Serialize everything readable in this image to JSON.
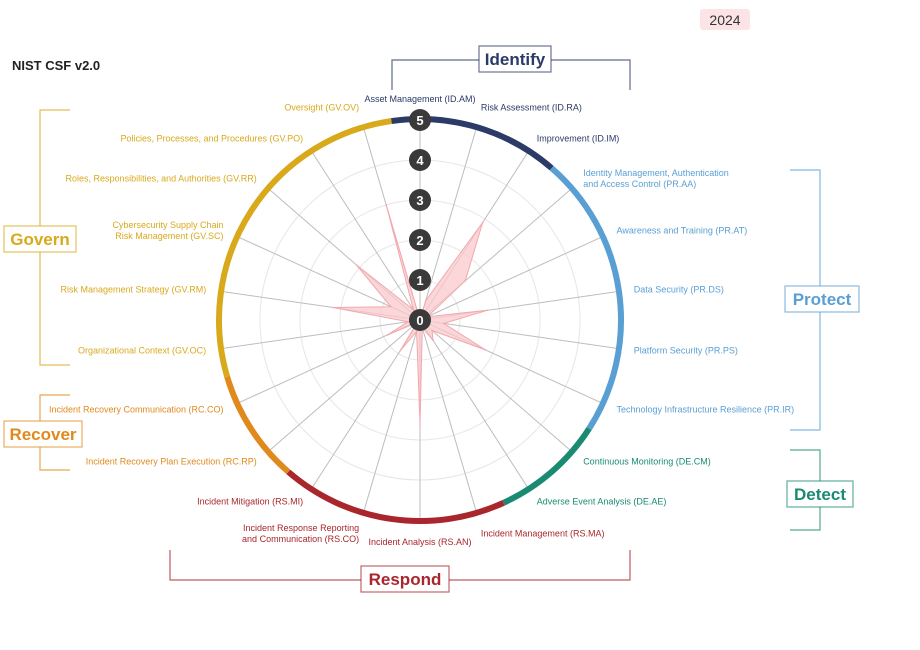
{
  "header": {
    "year": "2024",
    "title": "NIST CSF v2.0"
  },
  "colors": {
    "Identify": "#2b3a67",
    "Protect": "#5a9fd4",
    "Detect": "#1a8a72",
    "Respond": "#a8262c",
    "Recover": "#e08a1e",
    "Govern": "#d9a91c",
    "data_fill": "#f9c9cc",
    "grid": "#bdbdbd"
  },
  "chart_data": {
    "type": "radar",
    "title": "",
    "r_range": [
      0,
      5
    ],
    "r_ticks": [
      0,
      1,
      2,
      3,
      4,
      5
    ],
    "grid": true,
    "functions": [
      {
        "name": "Identify",
        "categories": [
          "Asset Management (ID.AM)",
          "Risk Assessment (ID.RA)",
          "Improvement (ID.IM)"
        ]
      },
      {
        "name": "Protect",
        "categories": [
          "Identity Management, Authentication|and Access Control (PR.AA)",
          "Awareness and Training (PR.AT)",
          "Data Security (PR.DS)",
          "Platform Security (PR.PS)",
          "Technology Infrastructure  Resilience (PR.IR)"
        ]
      },
      {
        "name": "Detect",
        "categories": [
          "Continuous Monitoring  (DE.CM)",
          "Adverse Event Analysis  (DE.AE)"
        ]
      },
      {
        "name": "Respond",
        "categories": [
          "Incident Management  (RS.MA)",
          "Incident Analysis (RS.AN)",
          "Incident Response Reporting|and Communication (RS.CO)",
          "Incident Mitigation (RS.MI)"
        ]
      },
      {
        "name": "Recover",
        "categories": [
          "Incident Recovery Plan  Execution (RC.RP)",
          "Incident Recovery  Communication (RC.CO)"
        ]
      },
      {
        "name": "Govern",
        "categories": [
          "Organizational Context (GV.OC)",
          "Risk Management Strategy (GV.RM)",
          "Cybersecurity Supply Chain|Risk Management (GV.SC)",
          "Roles, Responsibilities, and  Authorities (GV.RR)",
          "Policies, Processes, and  Procedures (GV.PO)",
          "Oversight (GV.OV)"
        ]
      }
    ],
    "values": [
      0.0,
      0.5,
      2.9,
      1.5,
      0.2,
      1.7,
      0.6,
      1.8,
      0.4,
      0.6,
      0.2,
      2.6,
      0.3,
      0.9,
      0.1,
      0.9,
      0.3,
      2.2,
      0.8,
      2.1,
      0.3,
      3.0
    ]
  }
}
